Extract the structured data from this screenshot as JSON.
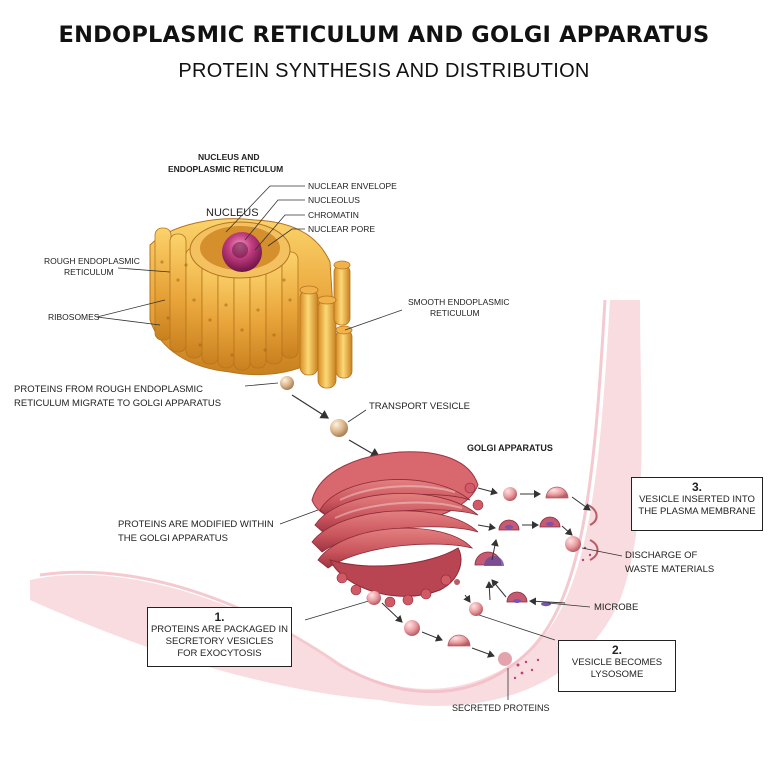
{
  "title": "ENDOPLASMIC RETICULUM AND GOLGI APPARATUS",
  "subtitle": "PROTEIN SYNTHESIS AND DISTRIBUTION",
  "colors": {
    "er_gold": "#e9a53a",
    "er_light": "#f6cf6a",
    "nucleus_magenta": "#b0306e",
    "golgi_pink": "#c9545c",
    "golgi_light": "#f0a3a0",
    "vesicle_tan": "#d9b48a",
    "cell_glow": "#f7c9cf",
    "vesicle_purple": "#6a4a9a"
  },
  "labels": {
    "nucleus_er_heading_1": "NUCLEUS AND",
    "nucleus_er_heading_2": "ENDOPLASMIC RETICULUM",
    "nucleus": "NUCLEUS",
    "nuclear_envelope": "NUCLEAR ENVELOPE",
    "nucleolus": "NUCLEOLUS",
    "chromatin": "CHROMATIN",
    "nuclear_pore": "NUCLEAR PORE",
    "rough_er_1": "ROUGH ENDOPLASMIC",
    "rough_er_2": "RETICULUM",
    "ribosomes": "RIBOSOMES",
    "smooth_er_1": "SMOOTH ENDOPLASMIC",
    "smooth_er_2": "RETICULUM",
    "migrate_1": "PROTEINS FROM ROUGH ENDOPLASMIC",
    "migrate_2": "RETICULUM MIGRATE TO GOLGI APPARATUS",
    "transport_vesicle": "TRANSPORT VESICLE",
    "golgi_apparatus": "GOLGI APPARATUS",
    "modified_1": "PROTEINS ARE MODIFIED WITHIN",
    "modified_2": "THE GOLGI APPARATUS",
    "discharge_1": "DISCHARGE OF",
    "discharge_2": "WASTE MATERIALS",
    "microbe": "MICROBE",
    "secreted_proteins": "SECRETED PROTEINS"
  },
  "callouts": [
    {
      "number": "1.",
      "line1": "PROTEINS ARE PACKAGED IN",
      "line2": "SECRETORY VESICLES",
      "line3": "FOR EXOCYTOSIS"
    },
    {
      "number": "2.",
      "line1": "VESICLE BECOMES",
      "line2": "LYSOSOME",
      "line3": ""
    },
    {
      "number": "3.",
      "line1": "VESICLE INSERTED INTO",
      "line2": "THE PLASMA MEMBRANE",
      "line3": ""
    }
  ]
}
